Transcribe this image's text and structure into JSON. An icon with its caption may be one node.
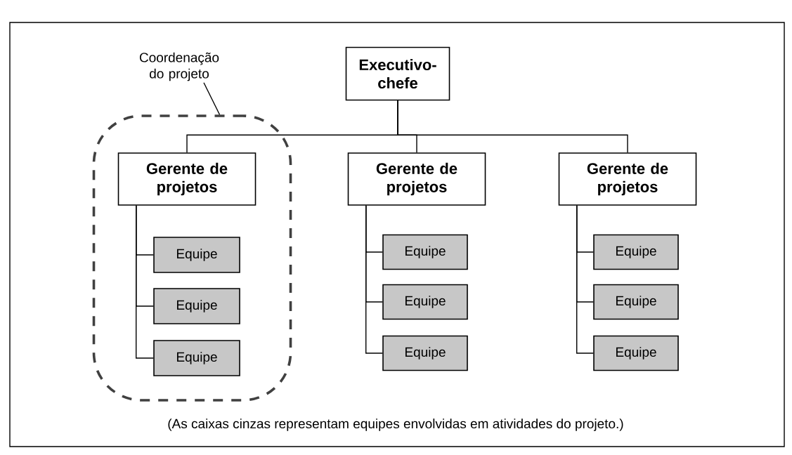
{
  "diagram": {
    "caption": "(As caixas cinzas representam equipes envolvidas em atividades do projeto.)",
    "nodes": [
      {
        "text": [
          "Executivo-chefe"
        ]
      },
      {
        "text": [
          "Coordenação do projeto"
        ]
      },
      {
        "text": [],
        "shape": "box"
      },
      {
        "text": [
          "Gerente de projetos"
        ],
        "in": 2
      },
      {
        "text": [
          "Equipe"
        ],
        "in": 2
      },
      {
        "text": [
          "Equipe"
        ],
        "in": 2
      },
      {
        "text": [
          "Equipe"
        ],
        "in": 2
      },
      {
        "text": [
          "Gerente de projetos"
        ]
      },
      {
        "text": [
          "Equipe"
        ]
      },
      {
        "text": [
          "Equipe"
        ]
      },
      {
        "text": [
          "Equipe"
        ]
      },
      {
        "text": [
          "Gerente de projetos"
        ]
      },
      {
        "text": [
          "Equipe"
        ]
      },
      {
        "text": [
          "Equipe"
        ]
      },
      {
        "text": [
          "Equipe"
        ]
      }
    ],
    "edges": [
      {
        "from": 0,
        "to": 3,
        "arrow": "none"
      },
      {
        "from": 0,
        "to": 7,
        "arrow": "none"
      },
      {
        "from": 0,
        "to": 11,
        "arrow": "none"
      },
      {
        "from": 3,
        "to": 4,
        "arrow": "none"
      },
      {
        "from": 3,
        "to": 5,
        "arrow": "none"
      },
      {
        "from": 3,
        "to": 6,
        "arrow": "none"
      },
      {
        "from": 7,
        "to": 8,
        "arrow": "none"
      },
      {
        "from": 7,
        "to": 9,
        "arrow": "none"
      },
      {
        "from": 7,
        "to": 10,
        "arrow": "none"
      },
      {
        "from": 11,
        "to": 12,
        "arrow": "none"
      },
      {
        "from": 11,
        "to": 13,
        "arrow": "none"
      },
      {
        "from": 11,
        "to": 14,
        "arrow": "none"
      },
      {
        "from": 1,
        "to": 2,
        "arrow": "none"
      }
    ]
  }
}
